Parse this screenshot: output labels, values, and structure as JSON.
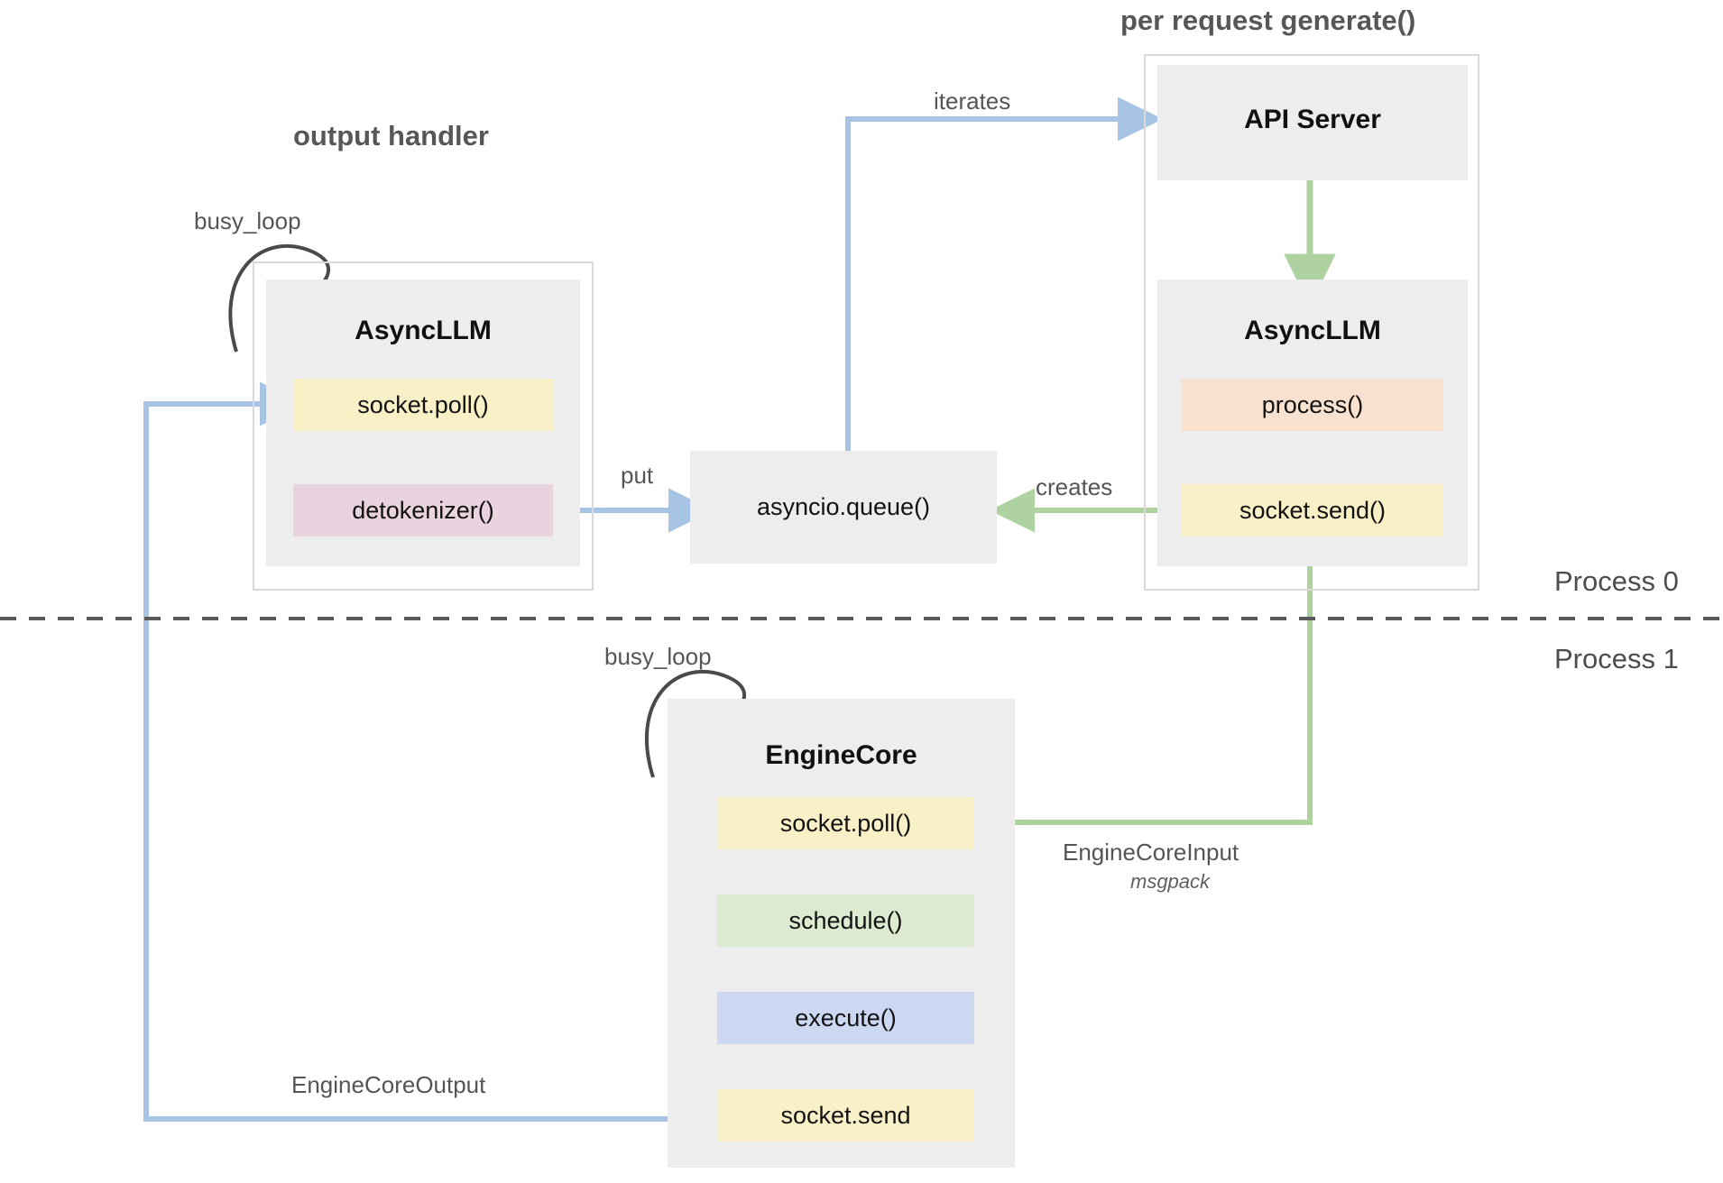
{
  "diagram": {
    "title_left": "output handler",
    "title_right": "per request generate()",
    "process_top": "Process 0",
    "process_bottom": "Process 1",
    "colors": {
      "blue_arrow": "#a8c4e5",
      "green_arrow": "#aed3a0",
      "dark_arrow": "#4a4a4a",
      "box_gray": "#ededed",
      "yellow": "#faf0c8",
      "pink": "#e8d3de",
      "peach": "#f8e2cf",
      "green": "#dcead0",
      "lavender": "#ccd8f2",
      "border_gray": "#d9d9d9",
      "text_dark": "#121212",
      "text_muted": "#555555"
    }
  },
  "groups": {
    "output_handler": {
      "label": "output handler",
      "component": "AsyncLLM",
      "loop_label": "busy_loop",
      "steps": [
        {
          "label": "socket.poll()",
          "color": "#faf0c8"
        },
        {
          "label": "detokenizer()",
          "color": "#e8d3de"
        }
      ]
    },
    "per_request": {
      "label": "per request generate()",
      "components": [
        {
          "name": "API Server",
          "steps": []
        },
        {
          "name": "AsyncLLM",
          "steps": [
            {
              "label": "process()",
              "color": "#f8e2cf"
            },
            {
              "label": "socket.send()",
              "color": "#faf0c8"
            }
          ]
        }
      ]
    },
    "engine_core": {
      "component": "EngineCore",
      "loop_label": "busy_loop",
      "steps": [
        {
          "label": "socket.poll()",
          "color": "#faf0c8"
        },
        {
          "label": "schedule()",
          "color": "#dcead0"
        },
        {
          "label": "execute()",
          "color": "#ccd8f2"
        },
        {
          "label": "socket.send",
          "color": "#faf0c8"
        }
      ]
    }
  },
  "queue": {
    "label": "asyncio.queue()"
  },
  "edges": {
    "put": "put",
    "iterates": "iterates",
    "creates": "creates",
    "engine_core_input": "EngineCoreInput",
    "engine_core_input_sub": "msgpack",
    "engine_core_output": "EngineCoreOutput"
  }
}
